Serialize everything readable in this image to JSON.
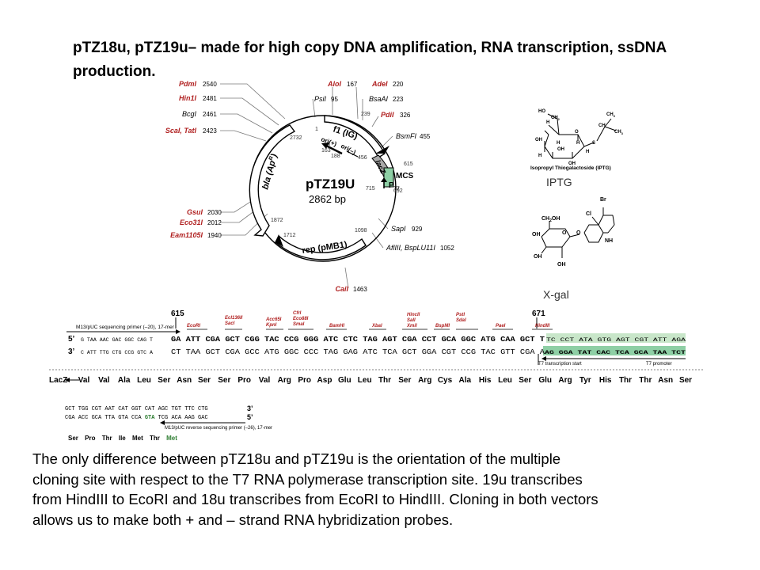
{
  "title_lines": [
    "pTZ18u, pTZ19u– made for high copy DNA amplification, RNA transcription, ssDNA",
    "production."
  ],
  "plasmid": {
    "name": "pTZ19U",
    "size": "2862 bp",
    "features": {
      "f1": "f1 (IG)",
      "lacz": "lacZ",
      "mcs": "MCS",
      "t7": "P",
      "t7_sub": "T7",
      "bla": "bla (Ap",
      "bla_sup": "R",
      "rep": "rep (pMB1)",
      "ori_plus": "ori(+)",
      "ori_minus": "ori(–)"
    },
    "sites_left": [
      {
        "name": "PdmI",
        "pos": "2540"
      },
      {
        "name": "Hin1I",
        "pos": "2481"
      },
      {
        "name": "BcgI",
        "pos": "2461"
      },
      {
        "name": "ScaI, TatI",
        "pos": "2423"
      },
      {
        "name": "GsuI",
        "pos": "2030"
      },
      {
        "name": "Eco31I",
        "pos": "2012"
      },
      {
        "name": "Eam1105I",
        "pos": "1940"
      }
    ],
    "sites_top": [
      {
        "name": "AloI",
        "pos": "167"
      },
      {
        "name": "AdeI",
        "pos": "220"
      },
      {
        "name": "PsiI",
        "pos": "95"
      },
      {
        "name": "BsaAI",
        "pos": "223"
      },
      {
        "name": "PdiI",
        "pos": "326"
      },
      {
        "name": "BsmFI",
        "pos": "455"
      }
    ],
    "sites_right": [
      {
        "name": "SapI",
        "pos": "929"
      },
      {
        "name": "AflIII, BspLU11I",
        "pos": "1052"
      },
      {
        "name": "CaiI",
        "pos": "1463"
      }
    ],
    "inner_numbers": [
      "1",
      "239",
      "2732",
      "163",
      "188",
      "456",
      "615",
      "692",
      "715",
      "1872",
      "1712",
      "1098"
    ]
  },
  "iptg": {
    "caption": "Isopropyl Thiogalactoside (IPTG)",
    "label": "IPTG",
    "atoms": [
      "HO",
      "CH",
      "2",
      "O",
      "S",
      "CH",
      "3",
      "CH",
      "CH",
      "3",
      "H",
      "OH",
      "H",
      "H",
      "OH",
      "H",
      "H",
      "OH"
    ]
  },
  "xgal": {
    "label": "X-gal",
    "atoms": [
      "Br",
      "Cl",
      "CH",
      "2",
      "OH",
      "OH",
      "O",
      "O",
      "OH",
      "NH",
      "OH"
    ]
  },
  "mcs": {
    "pos_left": "615",
    "pos_right": "671",
    "enzymes": [
      "EcoRI",
      "Ecl136II\nSacI",
      "Acc65I\nKpnI",
      "CfrI\nEco88I\nSmaI",
      "BamHI",
      "XbaI",
      "HincII\nSalI\nXmiI",
      "BspMI",
      "PstI\nSdaI",
      "PaeI",
      "HindIII"
    ],
    "primer_top": "M13/pUC sequencing primer (–20), 17-mer",
    "strand5_prefix": "5’",
    "strand3_prefix": "3’",
    "strand5_a": "G TAA AAC GAC GGC CAG T",
    "strand5_b": "GA ATT CGA GCT CGG TAC CCG GGG ATC CTC TAG AGT CGA CCT GCA GGC ATG CAA GCT T",
    "strand5_c": "TC CCT ATA GTG AGT CGT ATT AGA",
    "strand3_a": "C ATT TTG CTG CCG GTC A",
    "strand3_b": "CT TAA GCT CGA GCC ATG GGC CCC TAG GAG ATC TCA GCT GGA CGT CCG TAC GTT CGA A",
    "strand3_c": "AG GGA TAT CAC TCA GCA TAA TCT",
    "t7_start": "T7 transcription start",
    "t7_promoter": "T7 promoter",
    "aa_label": "LacZ",
    "aa": [
      "Val",
      "Val",
      "Ala",
      "Leu",
      "Ser",
      "Asn",
      "Ser",
      "Ser",
      "Pro",
      "Val",
      "Arg",
      "Pro",
      "Asp",
      "Glu",
      "Leu",
      "Thr",
      "Ser",
      "Arg",
      "Cys",
      "Ala",
      "His",
      "Leu",
      "Ser",
      "Glu",
      "Arg",
      "Tyr",
      "His",
      "Thr",
      "Thr",
      "Asn",
      "Ser"
    ]
  },
  "lower": {
    "line1": "GCT TGG CGT AAT CAT GGT CAT AGC TGT TTC CTG",
    "line1_end": "3’",
    "line2_a": "CGA ACC GCA TTA GTA CCA ",
    "line2_b": "GTA",
    "line2_c": " TCG ACA AAG GAC",
    "line2_end": "5’",
    "primer": "M13/pUC reverse sequencing primer (–26), 17-mer",
    "aa": [
      "Ser",
      "Pro",
      "Thr",
      "Ile",
      "Met",
      "Thr"
    ],
    "aa_met": "Met"
  },
  "bottom_lines": [
    "The only difference between pTZ18u and pTZ19u is the orientation of the multiple",
    "cloning site with respect to the T7 RNA polymerase transcription site.  19u transcribes",
    "from HindIII to EcoRI and 18u transcribes from EcoRI to HindIII.   Cloning in both vectors",
    "allows us to make both + and – strand RNA hybridization probes."
  ],
  "colors": {
    "accent_green": "#8ecfa5",
    "highlight_green": "#c8e6c9",
    "site_red": "#b02020",
    "met_green": "#2e7d32",
    "gray_lacz": "#a9a9a9"
  }
}
